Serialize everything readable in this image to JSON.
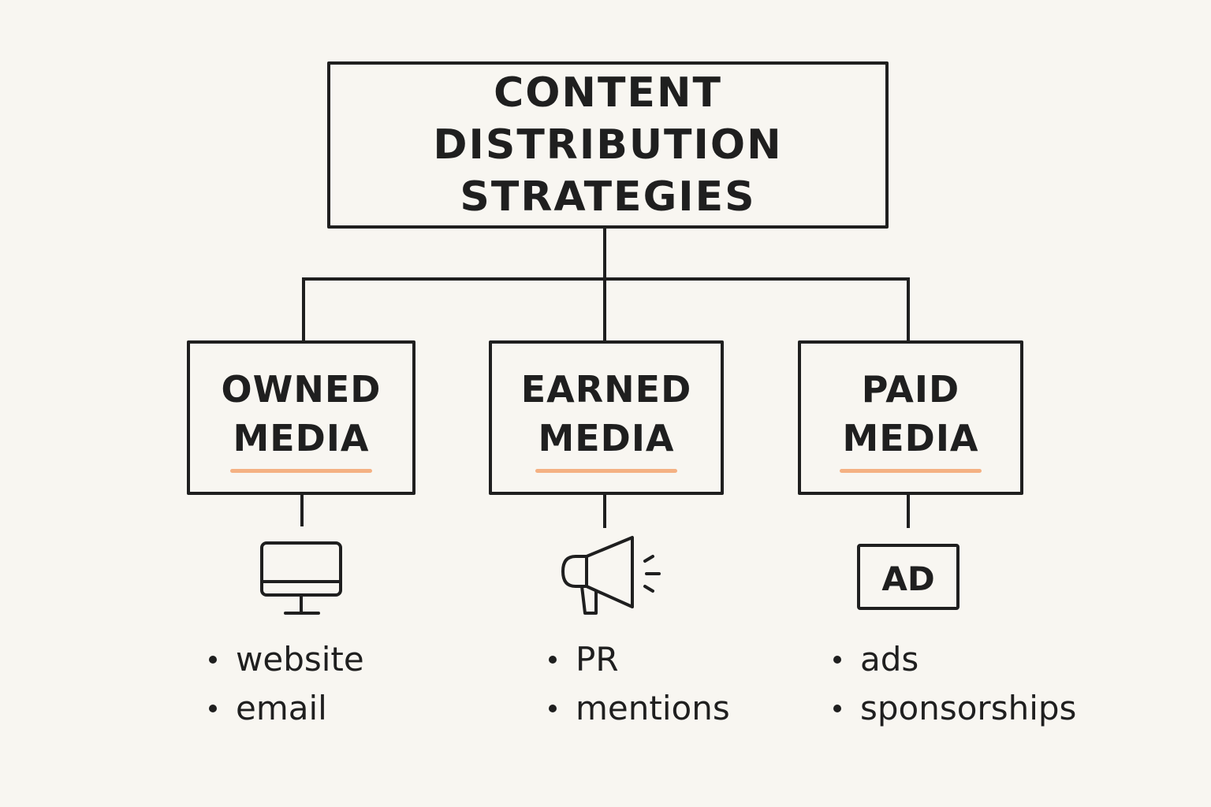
{
  "title": {
    "lines": [
      "CONTENT DISTRIBUTION",
      "STRATEGIES"
    ]
  },
  "categories": [
    {
      "id": "owned",
      "lines": [
        "OWNED",
        "MEDIA"
      ],
      "icon": "computer-monitor-icon",
      "items": [
        "website",
        "email"
      ]
    },
    {
      "id": "earned",
      "lines": [
        "EARNED",
        "MEDIA"
      ],
      "icon": "megaphone-icon",
      "items": [
        "PR",
        "mentions"
      ]
    },
    {
      "id": "paid",
      "lines": [
        "PAID",
        "MEDIA"
      ],
      "icon": "ad-sign-icon",
      "icon_text": "AD",
      "items": [
        "ads",
        "sponsorships"
      ]
    }
  ],
  "colors": {
    "ink": "#1f1f1f",
    "accent": "#f4b183",
    "background": "#f8f6f1"
  }
}
